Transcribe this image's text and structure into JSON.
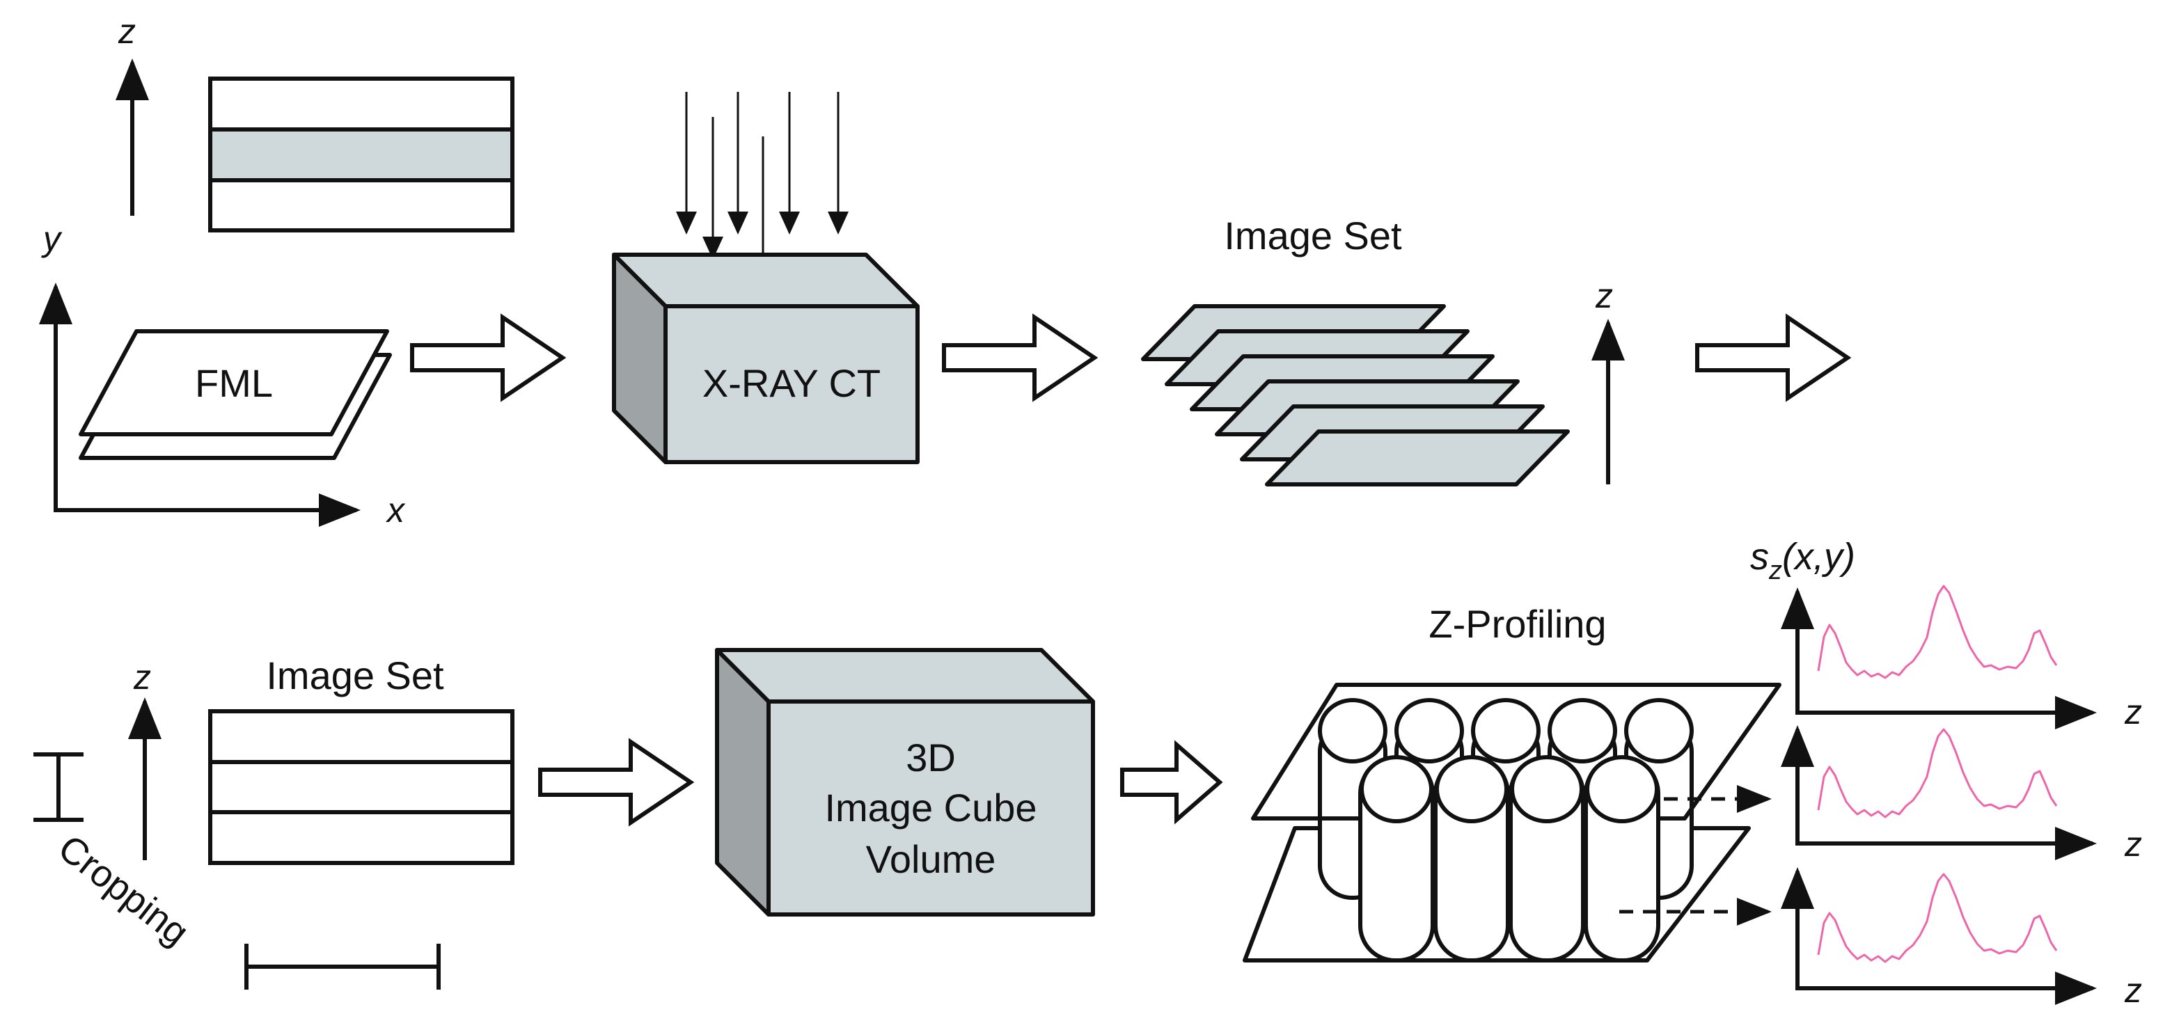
{
  "axes": {
    "x": "x",
    "y": "y",
    "z": "z"
  },
  "labels": {
    "fml": "FML",
    "ct": "X-RAY CT",
    "image_set_top": "Image Set",
    "image_set_bottom": "Image Set",
    "cropping": "Cropping",
    "volume_line1": "3D",
    "volume_line2": "Image Cube",
    "volume_line3": "Volume",
    "z_profiling": "Z-Profiling",
    "signal_s": "s",
    "signal_sub": "z",
    "signal_args": "(x,y)"
  },
  "colors": {
    "gray_fill": "#cfd8da",
    "dark_side": "#9ea4a6",
    "plot_line": "#ee66aa"
  }
}
